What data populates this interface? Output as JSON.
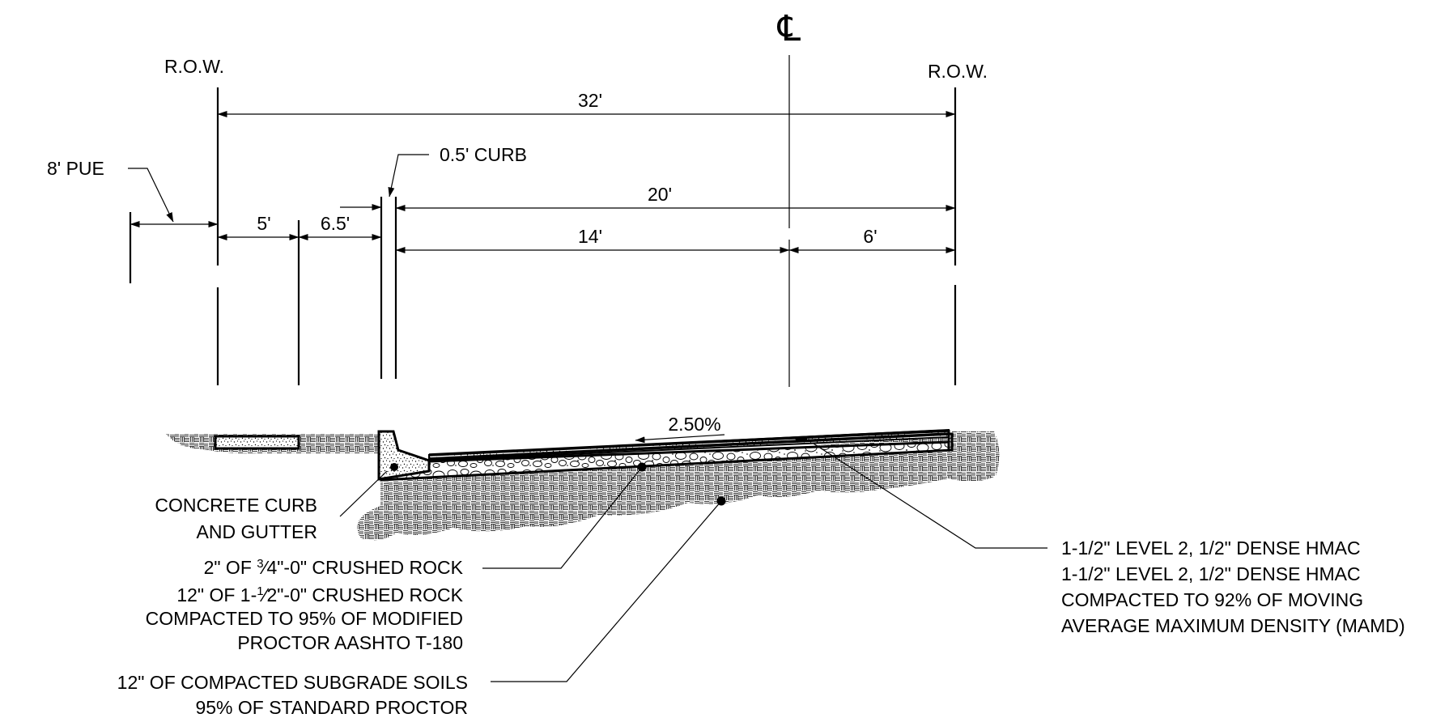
{
  "centerline_symbol": "℄",
  "right_of_way": {
    "left": "R.O.W.",
    "right": "R.O.W."
  },
  "dimensions": {
    "total_width": "32'",
    "pue": "8' PUE",
    "sidewalk_setback": "5'",
    "planter": "6.5'",
    "curb": "0.5' CURB",
    "half_street": "20'",
    "travel_lane": "14'",
    "center_offset": "6'"
  },
  "slope": "2.50%",
  "callouts": {
    "curb_gutter": [
      "CONCRETE CURB",
      "AND GUTTER"
    ],
    "top_course": {
      "pre": "2\" OF ",
      "frac_num": "3",
      "frac_den": "4",
      "post": "\"-0\" CRUSHED ROCK"
    },
    "base_course": {
      "pre": "12\" OF 1-",
      "frac_num": "1",
      "frac_den": "2",
      "post": "\"-0\" CRUSHED ROCK",
      "line2": "COMPACTED TO 95% OF MODIFIED",
      "line3": "PROCTOR AASHTO T-180"
    },
    "subgrade": [
      "12\" OF COMPACTED SUBGRADE SOILS",
      "95% OF STANDARD PROCTOR"
    ],
    "asphalt": [
      "1-1/2\" LEVEL 2, 1/2\" DENSE HMAC",
      "1-1/2\" LEVEL 2, 1/2\" DENSE HMAC",
      "COMPACTED TO 92% OF MOVING",
      "AVERAGE MAXIMUM DENSITY (MAMD)"
    ]
  }
}
